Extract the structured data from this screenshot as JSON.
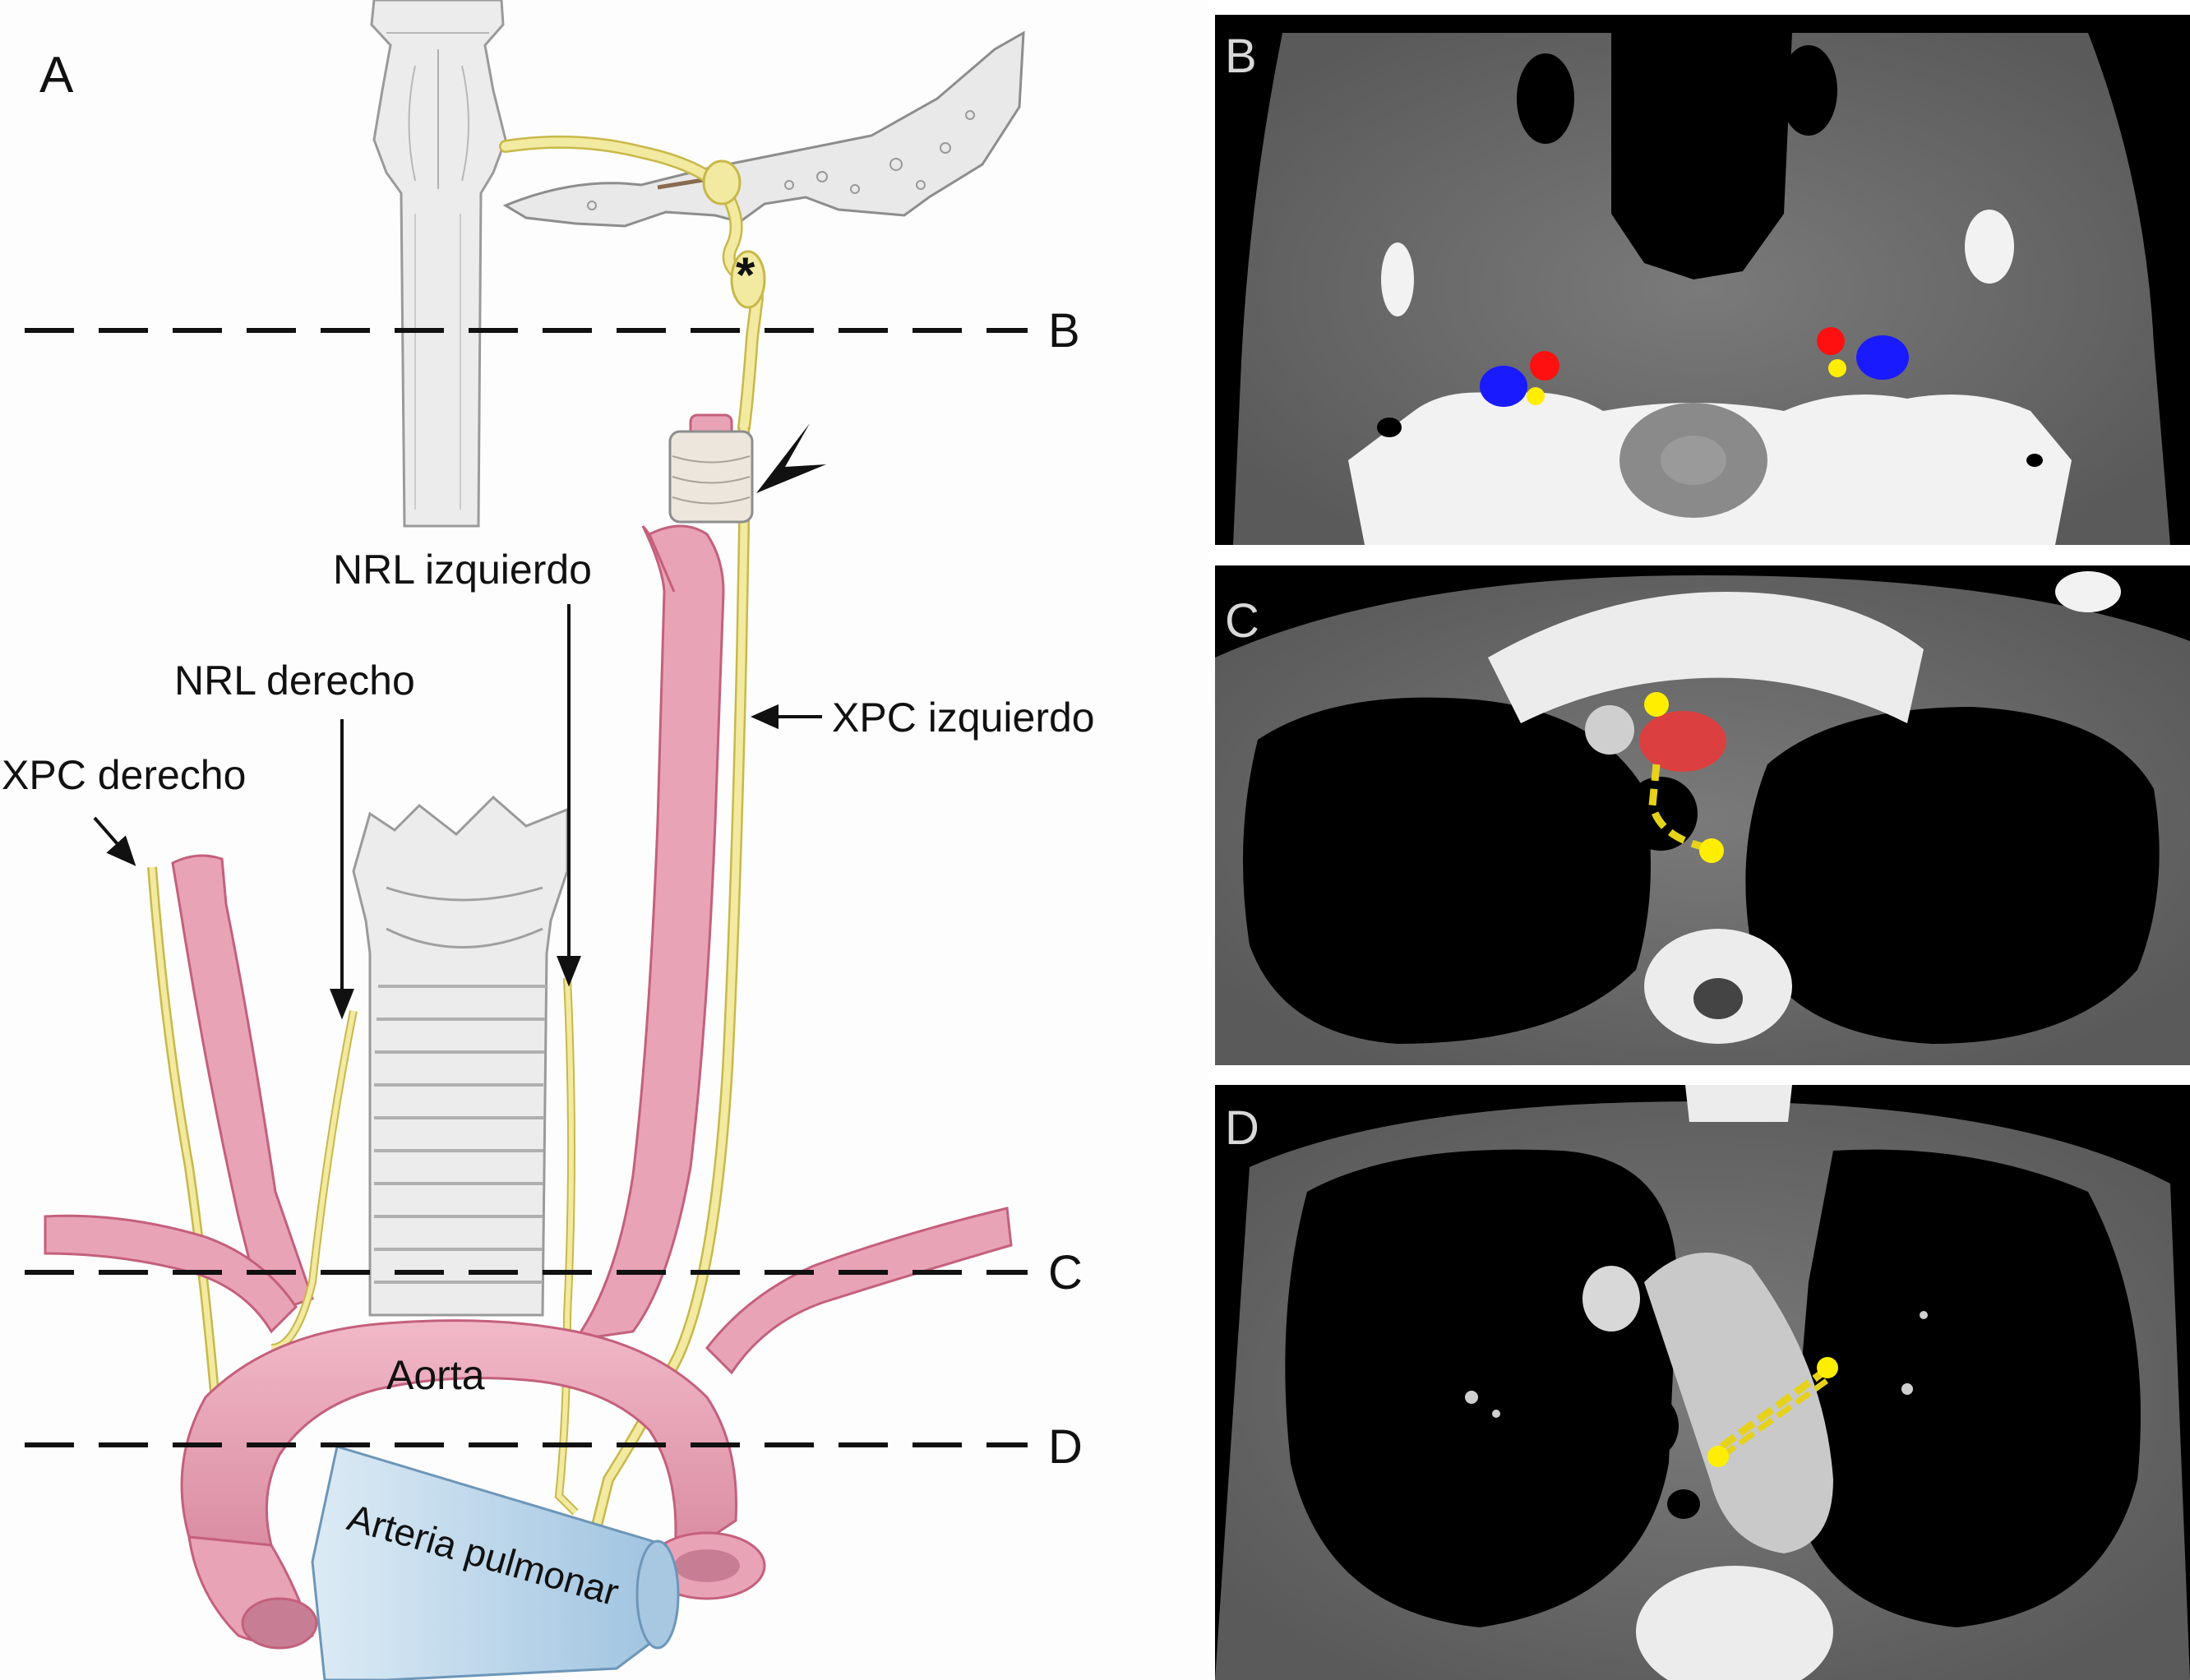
{
  "panels": {
    "a": {
      "letter": "A"
    },
    "b": {
      "letter": "B"
    },
    "c": {
      "letter": "C"
    },
    "d": {
      "letter": "D"
    }
  },
  "cut_lines": {
    "b": "B",
    "c": "C",
    "d": "D"
  },
  "labels": {
    "asterisk": "*",
    "nrl_izquierdo": "NRL izquierdo",
    "nrl_derecho": "NRL derecho",
    "xpc_izquierdo": "XPC izquierdo",
    "xpc_derecho": "XPC derecho",
    "aorta": "Aorta",
    "arteria_pulmonar": "Arteria pulmonar"
  },
  "colors": {
    "artery": "#e9a3b6",
    "artery_edge": "#c4607c",
    "nerve": "#f2eaa0",
    "nerve_edge": "#c8b84a",
    "pulmonary": "#bcd7ea",
    "bone": "#eeeeee",
    "vein_marker": "#1a1aff",
    "artery_marker": "#ff1010",
    "nerve_marker": "#ffee00"
  }
}
